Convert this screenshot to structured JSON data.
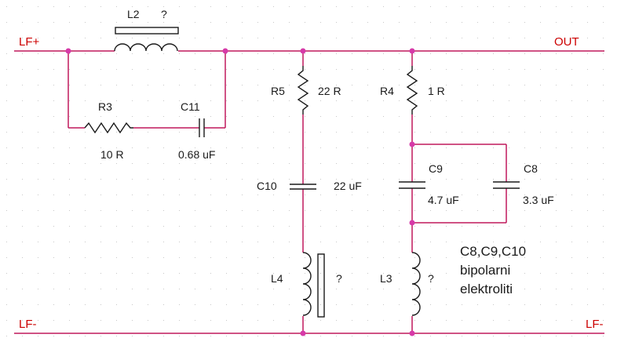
{
  "colors": {
    "wire": "#c0185c",
    "component": "#1a1a1a",
    "node": "#d63aa8",
    "rail_label": "#cc0000",
    "grid_dot": "#c8c8c8",
    "background": "#ffffff"
  },
  "rails": {
    "input_positive": "LF+",
    "output": "OUT",
    "negative_left": "LF-",
    "negative_right": "LF-"
  },
  "components": {
    "L2": {
      "ref": "L2",
      "value": "?"
    },
    "R3": {
      "ref": "R3",
      "value": "10 R"
    },
    "C11": {
      "ref": "C11",
      "value": "0.68 uF"
    },
    "R5": {
      "ref": "R5",
      "value": "22 R"
    },
    "C10": {
      "ref": "C10",
      "value": "22 uF"
    },
    "L4": {
      "ref": "L4",
      "value": "?"
    },
    "R4": {
      "ref": "R4",
      "value": "1 R"
    },
    "C9": {
      "ref": "C9",
      "value": "4.7 uF"
    },
    "C8": {
      "ref": "C8",
      "value": "3.3 uF"
    },
    "L3": {
      "ref": "L3",
      "value": "?"
    }
  },
  "note": {
    "line1": "C8,C9,C10",
    "line2": "bipolarni",
    "line3": "elektroliti"
  }
}
